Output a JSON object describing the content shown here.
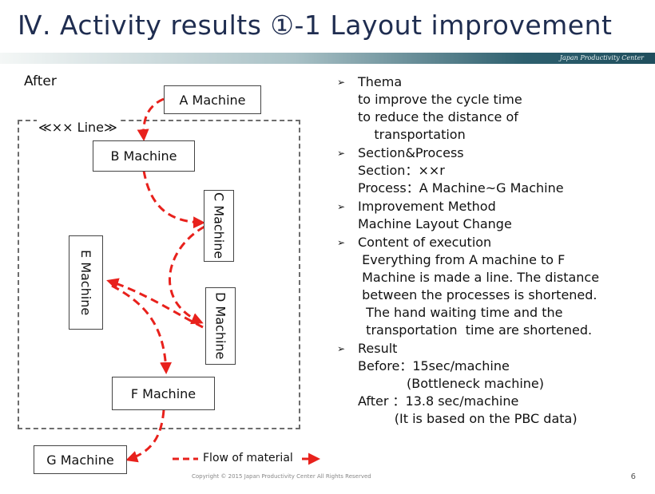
{
  "slide": {
    "title": "Ⅳ.  Activity results  ①-1  Layout improvement",
    "band_label": "Japan Productivity Center",
    "after_label": "After",
    "page_number": "6",
    "footer": "Copyright © 2015 Japan Productivity Center All Rights Reserved"
  },
  "diagram": {
    "line_label": "≪××  Line≫",
    "machines": {
      "a": "A Machine",
      "b": "B Machine",
      "c": "C Machine",
      "d": "D Machine",
      "e": "E Machine",
      "f": "F  Machine",
      "g": "G  Machine"
    },
    "legend": "Flow of material",
    "arrow_color": "#e8211c"
  },
  "bullets": [
    {
      "title": "Thema",
      "lines": [
        "to improve the cycle time",
        "to reduce the distance of",
        "    transportation"
      ]
    },
    {
      "title": "Section&Process",
      "lines": [
        "Section：××r",
        "Process：A Machine~G  Machine"
      ]
    },
    {
      "title": "Improvement Method",
      "lines": [
        "Machine Layout Change"
      ]
    },
    {
      "title": "Content of execution",
      "lines": [
        " Everything from A machine to F",
        " Machine is made a line. The distance",
        " between the processes is shortened.",
        "  The hand waiting time and the",
        "  transportation  time are shortened."
      ]
    },
    {
      "title": "Result",
      "lines": [
        "Before：15sec/machine",
        "            (Bottleneck machine)",
        "After ：13.8 sec/machine",
        "         (It is based on the PBC data)"
      ]
    }
  ]
}
